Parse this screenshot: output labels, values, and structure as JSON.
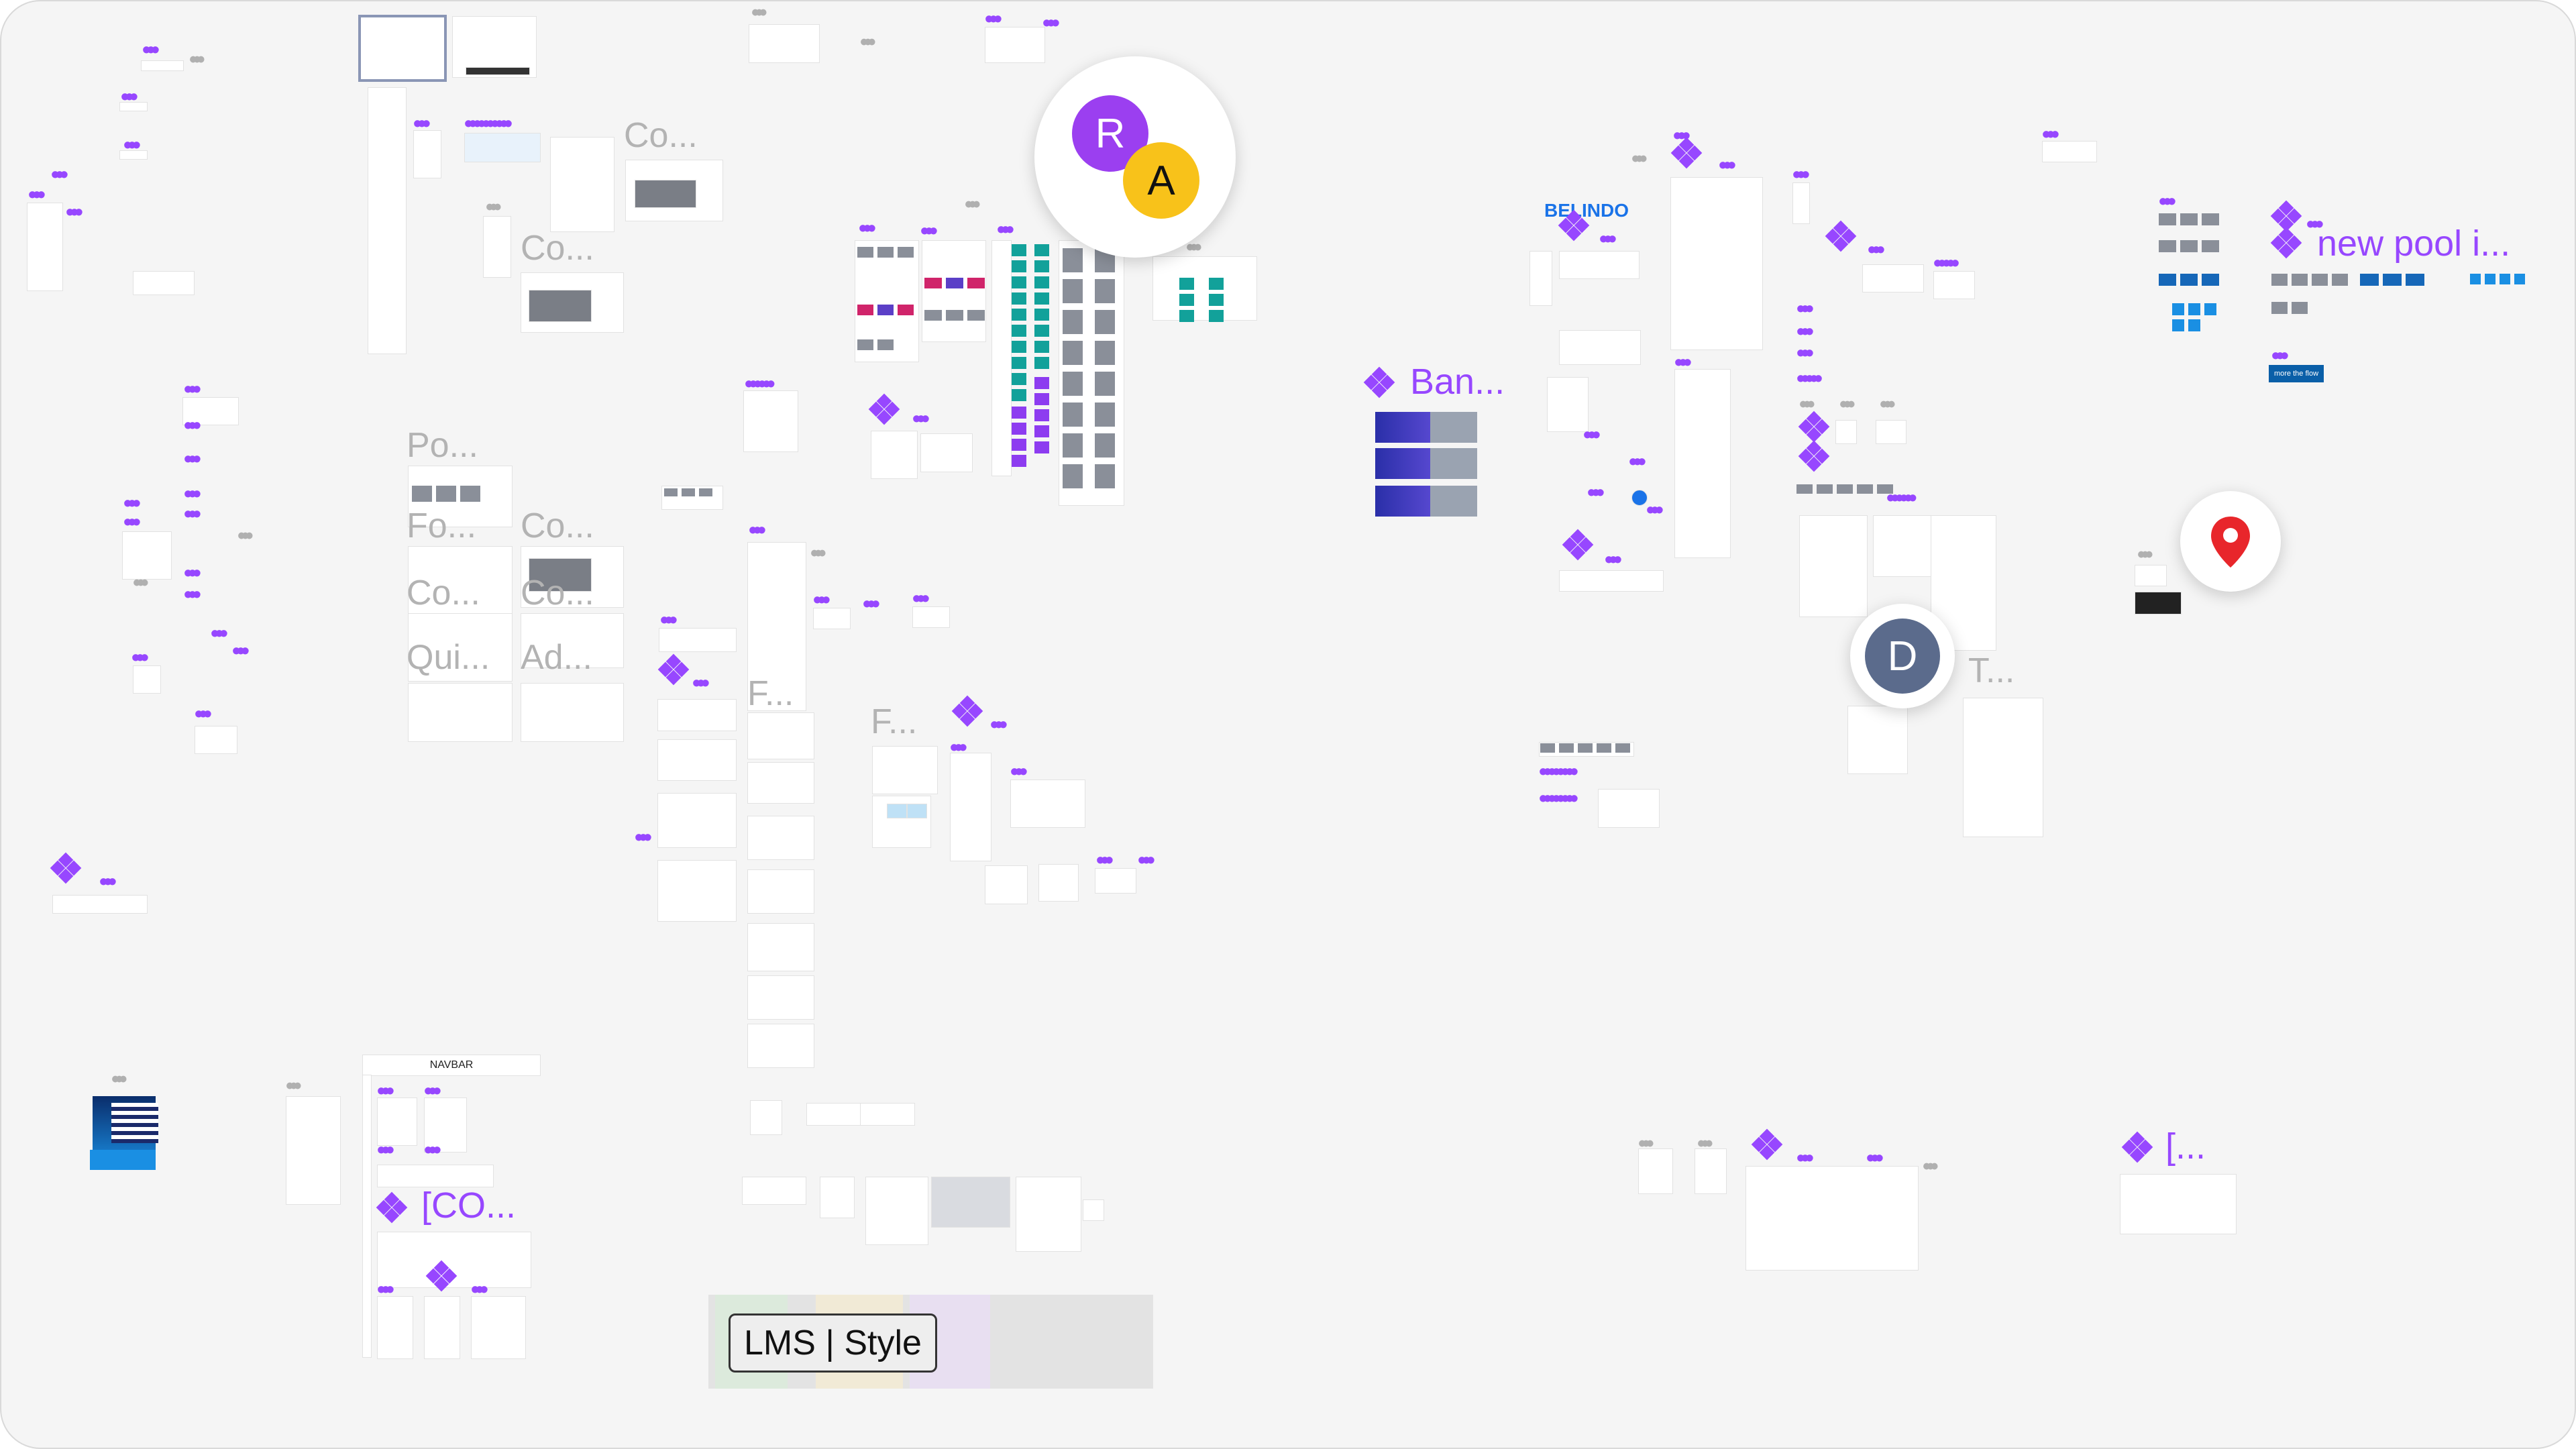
{
  "canvas": {
    "background": "#f5f5f5",
    "component_color": "#9747ff"
  },
  "section_labels": [
    "Co...",
    "Co...",
    "Po...",
    "Fo...",
    "Co...",
    "Co...",
    "Co...",
    "Co...",
    "Qui...",
    "Ad...",
    "F...",
    "F...",
    "T..."
  ],
  "component_labels": {
    "banner": "Ban...",
    "new_pool": "new pool i...",
    "co_bracket": "[CO...",
    "bracket": "[..."
  },
  "brand_logo": "BELINDO",
  "navbar_frame_label": "NAVBAR",
  "button_label": "more the flow",
  "lms_style": {
    "text": "LMS | Style"
  },
  "collaborators": [
    {
      "initial": "R",
      "color": "#9b3ff0"
    },
    {
      "initial": "A",
      "color": "#f8c21a"
    },
    {
      "initial": "D",
      "color": "#5b6b8c"
    }
  ],
  "location_marker": {
    "icon": "map-pin-icon",
    "color": "#e8262b"
  }
}
